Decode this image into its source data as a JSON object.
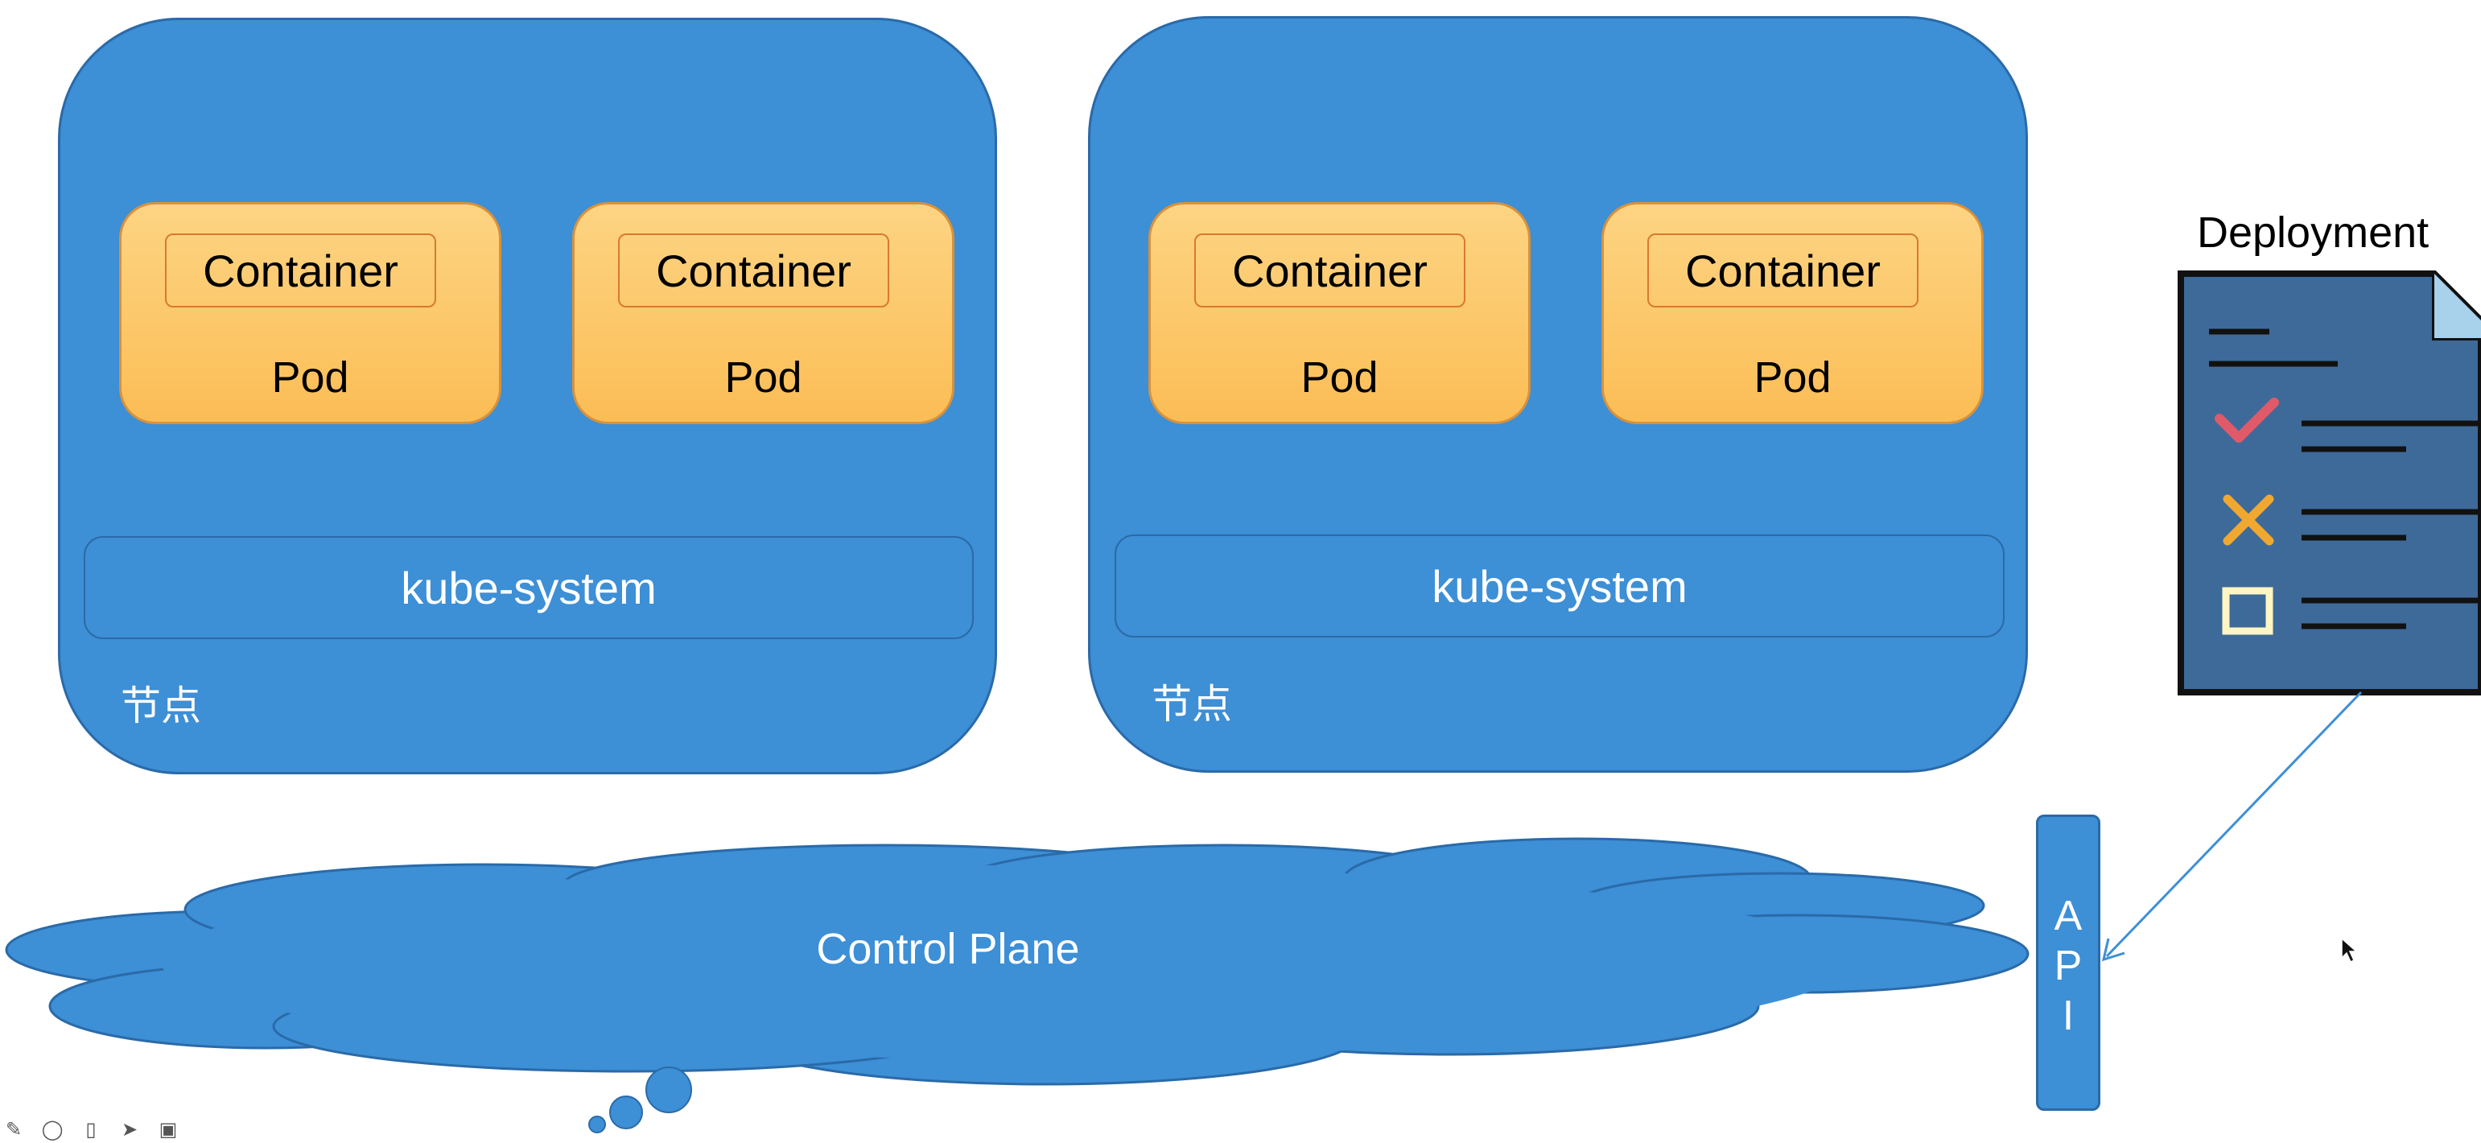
{
  "nodes": [
    {
      "label": "节点",
      "kube_system": "kube-system",
      "pods": [
        {
          "container": "Container",
          "label": "Pod"
        },
        {
          "container": "Container",
          "label": "Pod"
        }
      ]
    },
    {
      "label": "节点",
      "kube_system": "kube-system",
      "pods": [
        {
          "container": "Container",
          "label": "Pod"
        },
        {
          "container": "Container",
          "label": "Pod"
        }
      ]
    }
  ],
  "control_plane": {
    "label": "Control Plane"
  },
  "api": {
    "letters": [
      "A",
      "P",
      "I"
    ]
  },
  "deployment": {
    "title": "Deployment",
    "checklist": [
      "check-icon",
      "cross-icon",
      "empty-box-icon"
    ]
  },
  "toolbar": {
    "tools": [
      "pen-icon",
      "palette-icon",
      "eraser-icon",
      "pointer-icon",
      "screen-icon"
    ]
  },
  "colors": {
    "node_blue": "#3d8fd6",
    "node_border": "#2a6aa8",
    "pod_orange": "#fbbd55",
    "document_blue": "#3e6a99",
    "check_red": "#e05a6a",
    "cross_orange": "#f0a830",
    "box_cream": "#fff6c4"
  }
}
